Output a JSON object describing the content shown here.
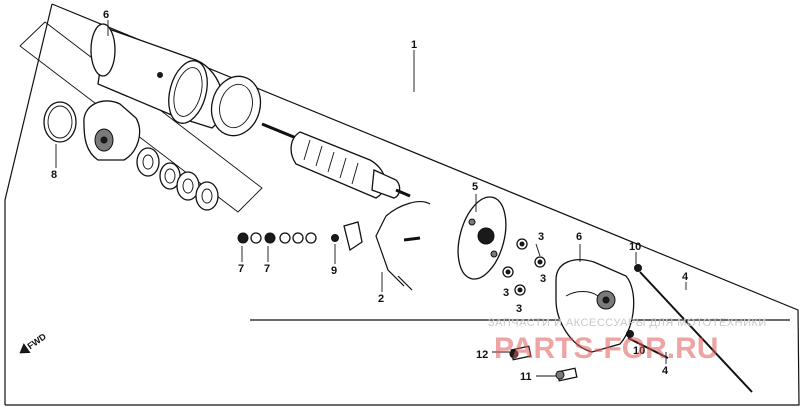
{
  "diagram": {
    "labels": {
      "l1": "1",
      "l2": "2",
      "l3a": "3",
      "l3b": "3",
      "l3c": "3",
      "l3d": "3",
      "l4a": "4",
      "l4b": "4",
      "l5": "5",
      "l6a": "6",
      "l6b": "6",
      "l7a": "7",
      "l7b": "7",
      "l8": "8",
      "l9": "9",
      "l10a": "10",
      "l10b": "10",
      "l11": "11",
      "l12": "12"
    },
    "fwd_label": "FWD"
  },
  "watermark": {
    "line1": "ЗАПЧАСТИ И АКСЕССУАРЫ ДЛЯ МОТОТЕХНИКИ",
    "line2": "PARTS-FOR.RU"
  }
}
